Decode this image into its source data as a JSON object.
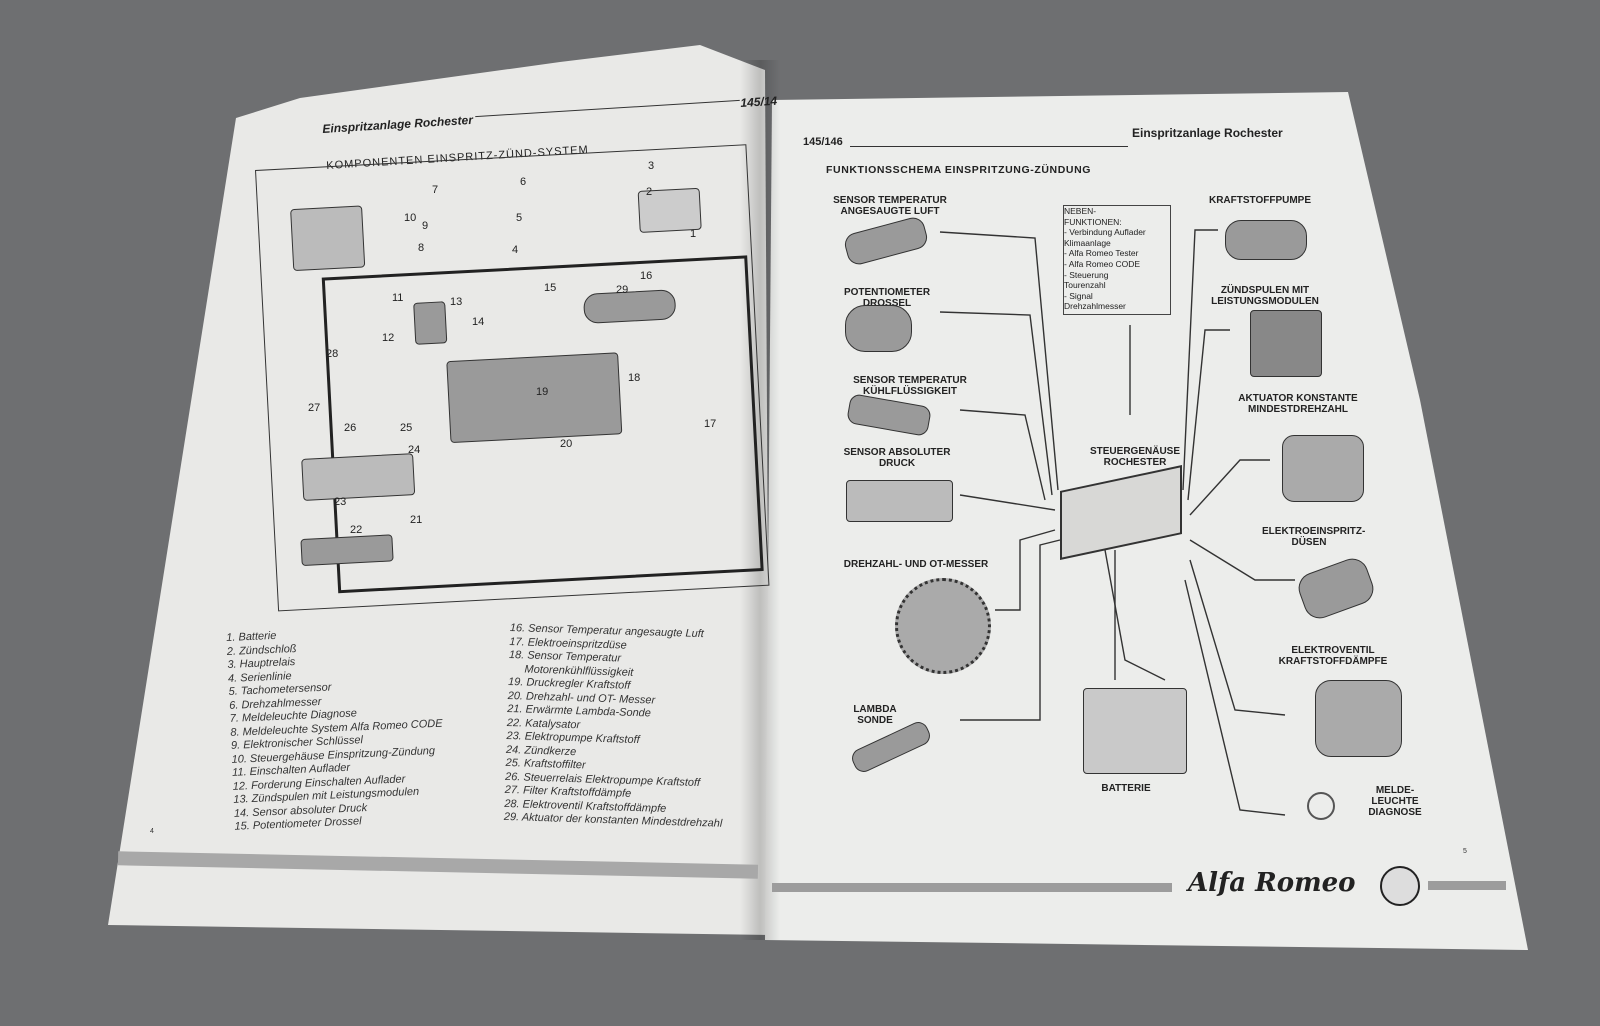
{
  "left_page": {
    "header": "Einspritzanlage Rochester",
    "header_page": "145/14",
    "caption": "KOMPONENTEN EINSPRITZ-ZÜND-SYSTEM",
    "diagram_numbers": [
      "1",
      "2",
      "3",
      "4",
      "5",
      "6",
      "7",
      "8",
      "9",
      "10",
      "11",
      "12",
      "13",
      "14",
      "15",
      "16",
      "17",
      "18",
      "19",
      "20",
      "21",
      "22",
      "23",
      "24",
      "25",
      "26",
      "27",
      "28",
      "29"
    ],
    "legend_col1": [
      "1. Batterie",
      "2. Zündschloß",
      "3. Hauptrelais",
      "4. Serienlinie",
      "5. Tachometersensor",
      "6. Drehzahlmesser",
      "7. Meldeleuchte Diagnose",
      "8. Meldeleuchte System Alfa Romeo CODE",
      "9. Elektronischer Schlüssel",
      "10. Steuergehäuse Einspritzung-Zündung",
      "11. Einschalten Auflader",
      "12. Forderung Einschalten Auflader",
      "13. Zündspulen mit Leistungsmodulen",
      "14. Sensor absoluter Druck",
      "15. Potentiometer Drossel"
    ],
    "legend_col2": [
      "16. Sensor Temperatur angesaugte Luft",
      "17. Elektroeinspritzdüse",
      "18. Sensor Temperatur",
      "Motorenkühlflüssigkeit",
      "19. Druckregler Kraftstoff",
      "20. Drehzahl- und OT- Messer",
      "21. Erwärmte Lambda-Sonde",
      "22. Katalysator",
      "23. Elektropumpe Kraftstoff",
      "24. Zündkerze",
      "25. Kraftstoffilter",
      "26. Steuerrelais Elektropumpe Kraftstoff",
      "27. Filter Kraftstoffdämpfe",
      "28. Elektroventil Kraftstoffdämpfe",
      "29. Aktuator der konstanten Mindestdrehzahl"
    ],
    "page_number": "4"
  },
  "right_page": {
    "header_page": "145/146",
    "header": "Einspritzanlage Rochester",
    "title": "FUNKTIONSSCHEMA EINSPRITZUNG-ZÜNDUNG",
    "inputs": [
      "SENSOR TEMPERATUR ANGESAUGTE LUFT",
      "POTENTIOMETER DROSSEL",
      "SENSOR TEMPERATUR KÜHLFLÜSSIGKEIT",
      "SENSOR ABSOLUTER DRUCK",
      "DREHZAHL- UND OT-MESSER",
      "LAMBDA SONDE"
    ],
    "neben": [
      "NEBEN-",
      "FUNKTIONEN:",
      "- Verbindung Auflader",
      "Klimaanlage",
      "- Alfa Romeo Tester",
      "- Alfa Romeo CODE",
      "- Steuerung",
      "Tourenzahl",
      "- Signal",
      "Drehzahlmesser"
    ],
    "ecu": "STEUERGENÄUSE ROCHESTER",
    "battery": "BATTERIE",
    "outputs": [
      "KRAFTSTOFFPUMPE",
      "ZÜNDSPULEN MIT LEISTUNGSMODULEN",
      "AKTUATOR KONSTANTE MINDESTDREHZAHL",
      "ELEKTROEINSPRITZ-DÜSEN",
      "ELEKTROVENTIL KRAFTSTOFFDÄMPFE",
      "MELDE-LEUCHTE DIAGNOSE"
    ],
    "page_number": "5",
    "logo": "Alfa Romeo"
  }
}
